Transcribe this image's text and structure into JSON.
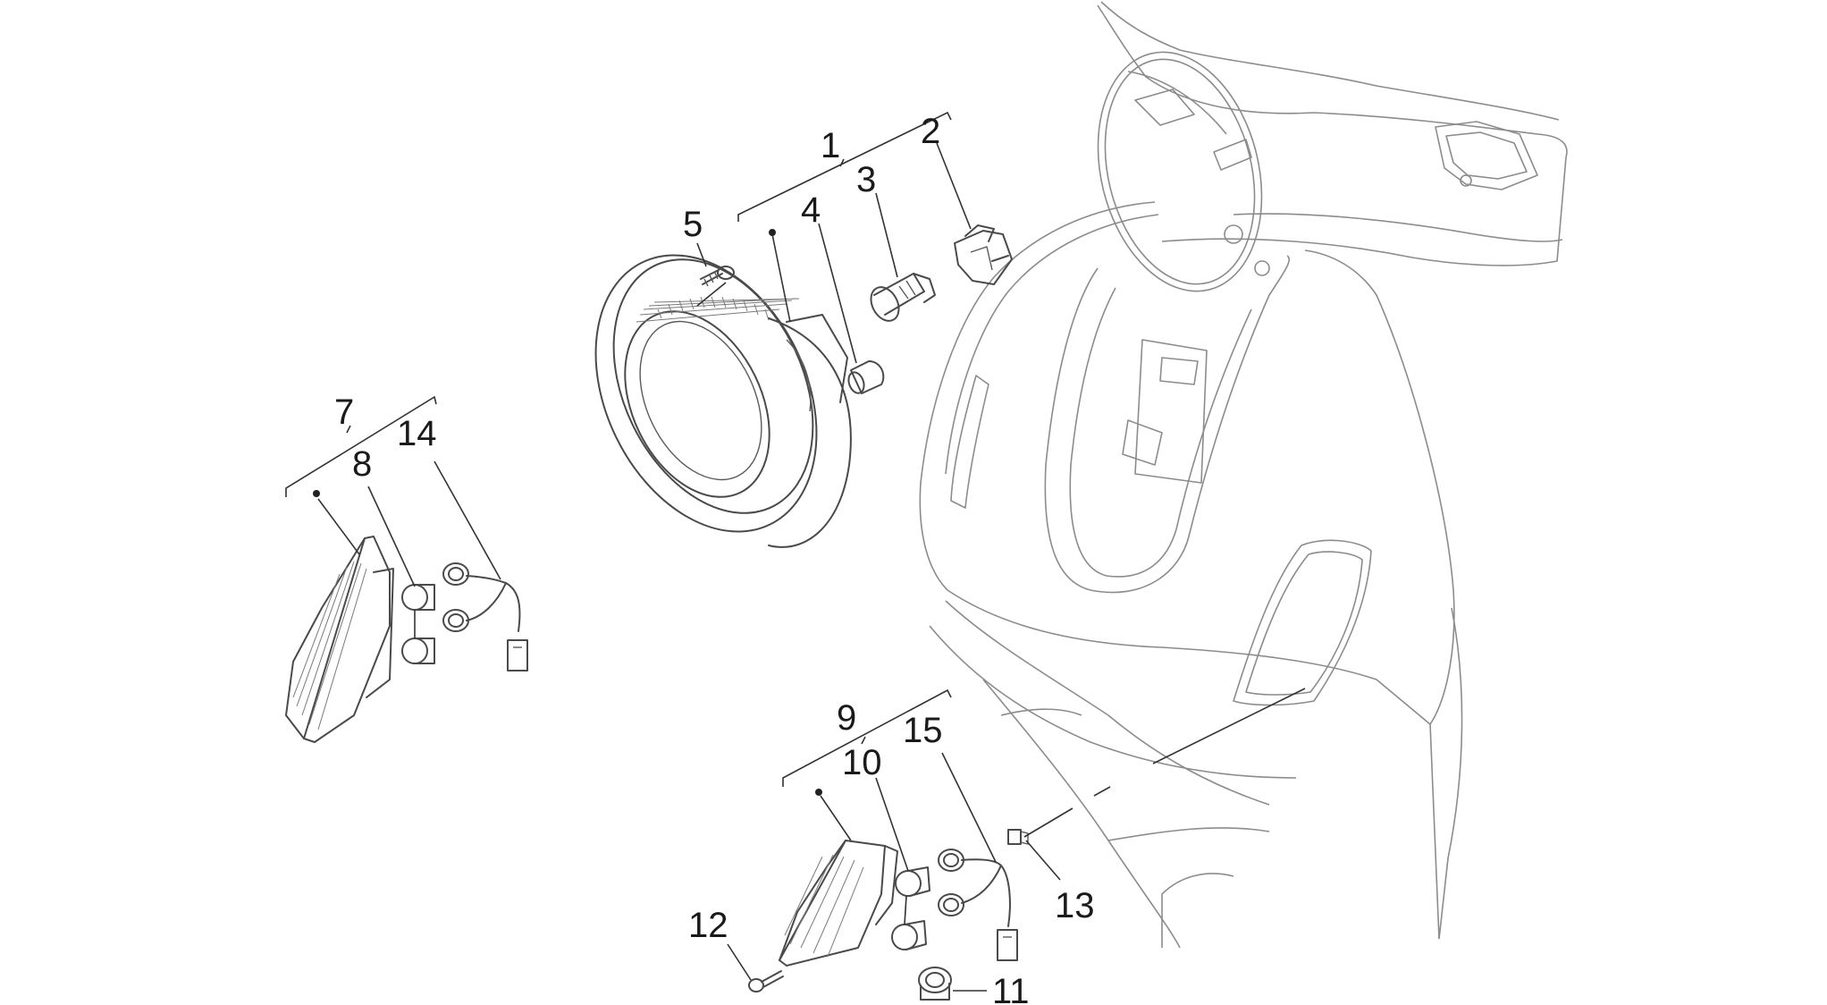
{
  "diagram": {
    "callouts": [
      {
        "id": "c1",
        "text": "1"
      },
      {
        "id": "c2",
        "text": "2"
      },
      {
        "id": "c3",
        "text": "3"
      },
      {
        "id": "c4",
        "text": "4"
      },
      {
        "id": "c5",
        "text": "5"
      },
      {
        "id": "c7",
        "text": "7"
      },
      {
        "id": "c8",
        "text": "8"
      },
      {
        "id": "c9",
        "text": "9"
      },
      {
        "id": "c10",
        "text": "10"
      },
      {
        "id": "c11",
        "text": "11"
      },
      {
        "id": "c12",
        "text": "12"
      },
      {
        "id": "c13",
        "text": "13"
      },
      {
        "id": "c14",
        "text": "14"
      },
      {
        "id": "c15",
        "text": "15"
      }
    ]
  }
}
